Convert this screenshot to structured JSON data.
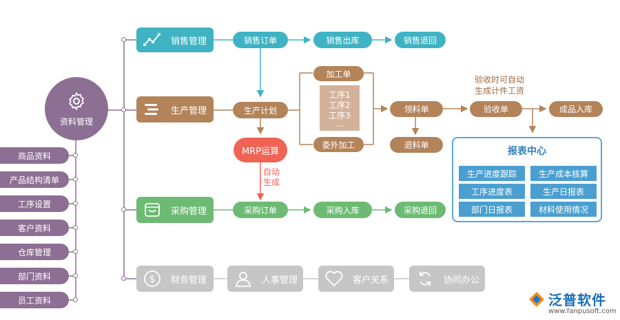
{
  "center": {
    "label": "资料管理"
  },
  "left_items": [
    "商品资料",
    "产品结构清单",
    "工序设置",
    "客户资料",
    "仓库管理",
    "部门资料",
    "员工资料"
  ],
  "sales": {
    "module": "销售管理",
    "steps": [
      "销售订单",
      "销售出库",
      "销售退回"
    ]
  },
  "production": {
    "module": "生产管理",
    "plan": "生产计划",
    "mrp": "MRP运算",
    "auto_gen": [
      "自动",
      "生成"
    ],
    "processing": "加工单",
    "processes": [
      "工序1",
      "工序2",
      "工序3",
      "..."
    ],
    "outsource": "委外加工",
    "material_req": "领料单",
    "material_return": "退料单",
    "acceptance_note": [
      "验收时可自动",
      "生成计件工资"
    ],
    "acceptance": "验收单",
    "finished": "成品入库"
  },
  "report_center": {
    "title": "报表中心",
    "items": [
      "生产进度跟踪",
      "生产成本核算",
      "工序进度表",
      "生产日报表",
      "部门日报表",
      "材料使用情况"
    ]
  },
  "purchase": {
    "module": "采购管理",
    "steps": [
      "采购订单",
      "采购入库",
      "采购退回"
    ]
  },
  "others": [
    "财务管理",
    "人事管理",
    "客户关系",
    "协同办公"
  ],
  "logo": {
    "brand": "泛普软件",
    "url": "www.fanpusoft.com"
  },
  "colors": {
    "teal": "#3fb3c3",
    "brown": "#b3835a",
    "green": "#6dbb73",
    "gray": "#c6c6c6",
    "purple": "#8d6f93",
    "red": "#f06355",
    "blue": "#4a9fd0"
  }
}
